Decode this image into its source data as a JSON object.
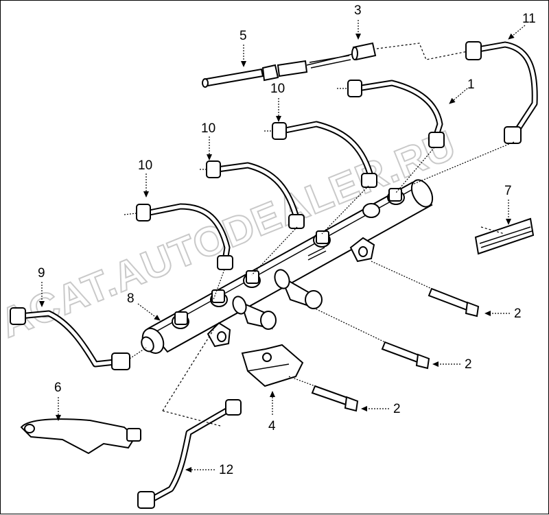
{
  "watermark": "ACAT.AUTODEALER.RU",
  "callouts": [
    {
      "id": "1",
      "label": "1"
    },
    {
      "id": "2a",
      "label": "2"
    },
    {
      "id": "2b",
      "label": "2"
    },
    {
      "id": "2c",
      "label": "2"
    },
    {
      "id": "3",
      "label": "3"
    },
    {
      "id": "4",
      "label": "4"
    },
    {
      "id": "5",
      "label": "5"
    },
    {
      "id": "6",
      "label": "6"
    },
    {
      "id": "7",
      "label": "7"
    },
    {
      "id": "8",
      "label": "8"
    },
    {
      "id": "9",
      "label": "9"
    },
    {
      "id": "10a",
      "label": "10"
    },
    {
      "id": "10b",
      "label": "10"
    },
    {
      "id": "10c",
      "label": "10"
    },
    {
      "id": "11",
      "label": "11"
    },
    {
      "id": "12",
      "label": "12"
    }
  ]
}
